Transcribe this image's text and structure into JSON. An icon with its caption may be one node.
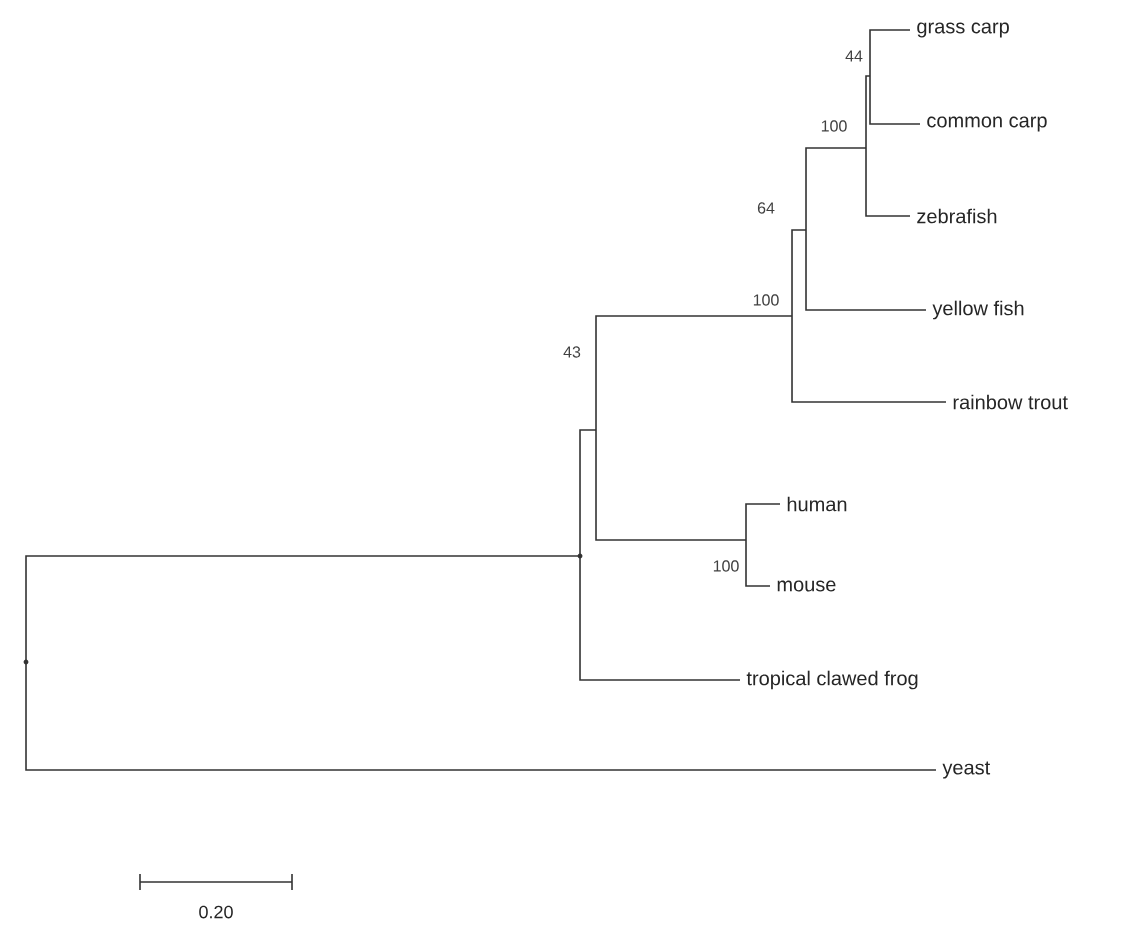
{
  "diagram": {
    "nodes": [
      {
        "text": [],
        "shape": "point"
      },
      {
        "text": [],
        "shape": "point"
      },
      {
        "text": [
          "43"
        ]
      },
      {
        "text": [
          "100"
        ]
      },
      {
        "text": [
          "64"
        ]
      },
      {
        "text": [
          "100"
        ]
      },
      {
        "text": [
          "44"
        ]
      },
      {
        "text": [
          "grass carp"
        ]
      },
      {
        "text": [
          "common carp"
        ]
      },
      {
        "text": [
          "zebrafish"
        ]
      },
      {
        "text": [
          "yellow fish"
        ]
      },
      {
        "text": [
          "rainbow trout"
        ]
      },
      {
        "text": [
          "100"
        ]
      },
      {
        "text": [
          "human"
        ]
      },
      {
        "text": [
          "mouse"
        ]
      },
      {
        "text": [
          "tropical clawed frog"
        ]
      },
      {
        "text": [
          "yeast"
        ]
      }
    ],
    "edges": [
      {
        "from": 0,
        "to": 1,
        "arrow": "none"
      },
      {
        "from": 0,
        "to": 16,
        "arrow": "none"
      },
      {
        "from": 1,
        "to": 2,
        "arrow": "none"
      },
      {
        "from": 1,
        "to": 15,
        "arrow": "none"
      },
      {
        "from": 2,
        "to": 3,
        "arrow": "none"
      },
      {
        "from": 2,
        "to": 12,
        "arrow": "none"
      },
      {
        "from": 3,
        "to": 4,
        "arrow": "none"
      },
      {
        "from": 3,
        "to": 11,
        "arrow": "none"
      },
      {
        "from": 4,
        "to": 5,
        "arrow": "none"
      },
      {
        "from": 4,
        "to": 10,
        "arrow": "none"
      },
      {
        "from": 5,
        "to": 6,
        "arrow": "none"
      },
      {
        "from": 5,
        "to": 9,
        "arrow": "none"
      },
      {
        "from": 6,
        "to": 7,
        "arrow": "none"
      },
      {
        "from": 6,
        "to": 8,
        "arrow": "none"
      },
      {
        "from": 12,
        "to": 13,
        "arrow": "none"
      },
      {
        "from": 12,
        "to": 14,
        "arrow": "none"
      }
    ],
    "labels": [
      "0.20"
    ]
  }
}
